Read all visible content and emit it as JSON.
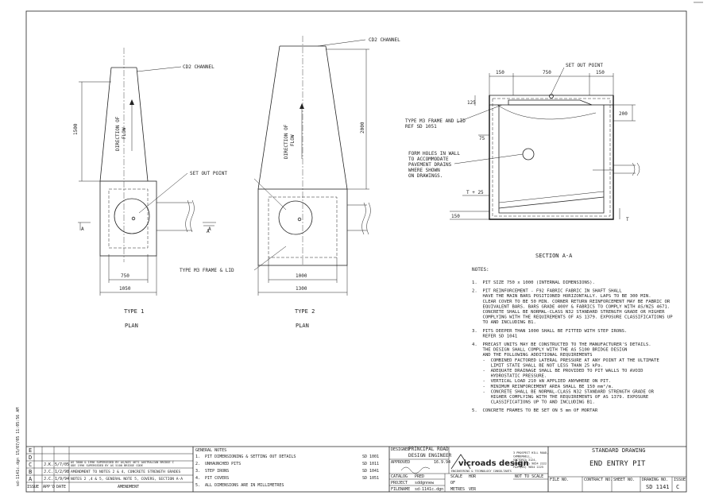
{
  "plan": {
    "label_cd2_1": "CD2 CHANNEL",
    "label_cd2_2": "CD2 CHANNEL",
    "label_flow_1a": "DIRECTION OF",
    "label_flow_1b": "FLOW",
    "label_flow_2a": "DIRECTION OF",
    "label_flow_2b": "FLOW",
    "label_setout": "SET OUT POINT",
    "label_frame": "TYPE M3 FRAME & LID",
    "section_mark": "A",
    "dim_1500": "1500",
    "dim_2000": "2000",
    "dim_750": "750",
    "dim_1050": "1050",
    "dim_1000": "1000",
    "dim_1300": "1300",
    "type1": "TYPE 1",
    "type2": "TYPE 2",
    "plan1": "PLAN",
    "plan2": "PLAN"
  },
  "section": {
    "label_setout": "SET OUT POINT",
    "dim_150a": "150",
    "dim_750": "750",
    "dim_150b": "150",
    "dim_125": "125",
    "dim_200": "200",
    "dim_75": "75",
    "dim_t25": "T + 25",
    "dim_150c": "150",
    "dim_t": "T",
    "frame_l1": "TYPE M3 FRAME AND LID",
    "frame_l2": "REF SD 1051",
    "holes_l1": "FORM HOLES IN WALL",
    "holes_l2": "TO ACCOMMODATE",
    "holes_l3": "PAVEMENT DRAINS",
    "holes_l4": "WHERE SHOWN",
    "holes_l5": "ON DRAWINGS.",
    "title": "SECTION A-A"
  },
  "notes": {
    "heading": "NOTES:",
    "lines": [
      "1.  PIT SIZE 750 x 1000 (INTERNAL DIMENSIONS).",
      "2.  PIT REINFORCEMENT - F92 FABRIC FABRIC IN SHAFT SHALL",
      "    HAVE THE MAIN BARS POSITIONED HORIZONTALLY. LAPS TO BE 300 MIN.",
      "    CLEAR COVER TO BE 50 MIN. CORNER RETURN REINFORCEMENT MAY BE FABRIC OR",
      "    EQUIVALENT BARS. BARS GRADE 400Y & FABRICS TO COMPLY WITH AS/NZS 4671.",
      "    CONCRETE SHALL BE NORMAL-CLASS N32 STANDARD STRENGTH GRADE OR HIGHER",
      "    COMPLYING WITH THE REQUIREMENTS OF AS 1379. EXPOSURE CLASSIFICATIONS UP",
      "    TO AND INCLUDING B1.",
      "3.  PITS DEEPER THAN 1000 SHALL BE FITTED WITH STEP IRONS.",
      "    REFER SD 1041",
      "4.  PRECAST UNITS MAY BE CONSTRUCTED TO THE MANUFACTURER'S DETAILS.",
      "    THE DESIGN SHALL COMPLY WITH THE AS 5100 BRIDGE DESIGN",
      "    AND THE FOLLOWING ADDITIONAL REQUIREMENTS",
      "    -  COMBINED FACTORED LATERAL PRESSURE AT ANY POINT AT THE ULTIMATE",
      "       LIMIT STATE SHALL BE NOT LESS THAN 25 kPa.",
      "    -  ADEQUATE DRAINAGE SHALL BE PROVIDED TO PIT WALLS TO AVOID",
      "       HYDROSTATIC PRESSURE.",
      "    -  VERTICAL LOAD 210 kN APPLIED ANYWHERE ON PIT.",
      "    -  MINIMUM REINFORCEMENT AREA SHALL BE 150 mm²/m.",
      "    -  CONCRETE SHALL BE NORMAL-CLASS N32 STANDARD STRENGTH GRADE OR",
      "       HIGHER COMPLYING WITH THE REQUIREMENTS OF AS 1379. EXPOSURE",
      "       CLASSIFICATIONS UP TO AND INCLUDING B1.",
      "5.  CONCRETE FRAMES TO BE SET ON 5 mm OF MORTAR"
    ]
  },
  "title_block": {
    "revisions": [
      {
        "issue": "E",
        "appd": "",
        "date": "",
        "amendment": ""
      },
      {
        "issue": "D",
        "appd": "",
        "date": "",
        "amendment": ""
      },
      {
        "issue": "C",
        "appd": "J.K.",
        "date": "5/7/05",
        "amendment": "AS 3600 & 1996 SUPERSEDED BY AS/NZS 4671 AUSTRALIAN BRIDGE CODE 1996 SUPERSEDED BY AS 5100 BRIDGE CODE"
      },
      {
        "issue": "B",
        "appd": "J.C.",
        "date": "1/2/98",
        "amendment": "AMENDMENT TO NOTES 2 & 4, CONCRETE STRENGTH GRADES"
      },
      {
        "issue": "A",
        "appd": "J.C.",
        "date": "1/9/94",
        "amendment": "NOTES 2 ,4 & 5, GENERAL NOTE 5, COVERS, SECTION A-A"
      }
    ],
    "col_issue": "ISSUE",
    "col_appd": "APP'D",
    "col_date": "DATE",
    "col_amendment": "AMENDMENT",
    "general_notes_heading": "GENERAL NOTES",
    "general_notes": [
      {
        "text": "1.  PIT DIMENSIONING & SETTING OUT DETAILS",
        "ref": "SD 1001"
      },
      {
        "text": "2.  UNHAUNCHED PITS",
        "ref": "SD 1011"
      },
      {
        "text": "3.  STEP IRONS",
        "ref": "SD 1041"
      },
      {
        "text": "4.  PIT COVERS",
        "ref": "SD 1051"
      },
      {
        "text": "5.  ALL DIMENSIONS ARE IN MILLIMETRES",
        "ref": ""
      }
    ],
    "designed_label": "DESIGNED",
    "designed_l1": "PRINCIPAL ROAD",
    "designed_l2": "DESIGN ENGINEER",
    "approved_label": "APPROVED",
    "approved_date": "16.9.94",
    "catalog_label": "CATALOG",
    "catalog_value": "PRED",
    "project_label": "PROJECT",
    "project_value": "sddgnnew",
    "filename_label": "FILENAME",
    "filename_value": "sd-1141c.dgn",
    "logo_text": "vicroads design",
    "logo_sub": "ENGINEERING & TECHNOLOGY CONSULTANTS",
    "addr_lines": [
      "3 PROSPECT HILL ROAD,",
      "CAMBERWELL,",
      "VICTORIA 3124,",
      "PHONE (03) 9854 2222",
      "FAX (03) 9854 2225"
    ],
    "scale_label": "SCALE",
    "hor_label": "HOR",
    "scale_value": "NOT TO SCALE",
    "of_label": "OF",
    "metres_label": "METRES",
    "ver_label": "VER",
    "standard_drawing": "STANDARD DRAWING",
    "drawing_title": "END ENTRY PIT",
    "file_no": "FILE NO.",
    "contract_no": "CONTRACT NO.",
    "sheet_no": "SHEET NO.",
    "drawing_no_label": "DRAWING NO.",
    "drawing_no": "SD 1141",
    "issue_label": "ISSUE",
    "issue_value": "C"
  },
  "margin_text": "sd-1141c.dgn 15/07/05 11:05:56 AM"
}
